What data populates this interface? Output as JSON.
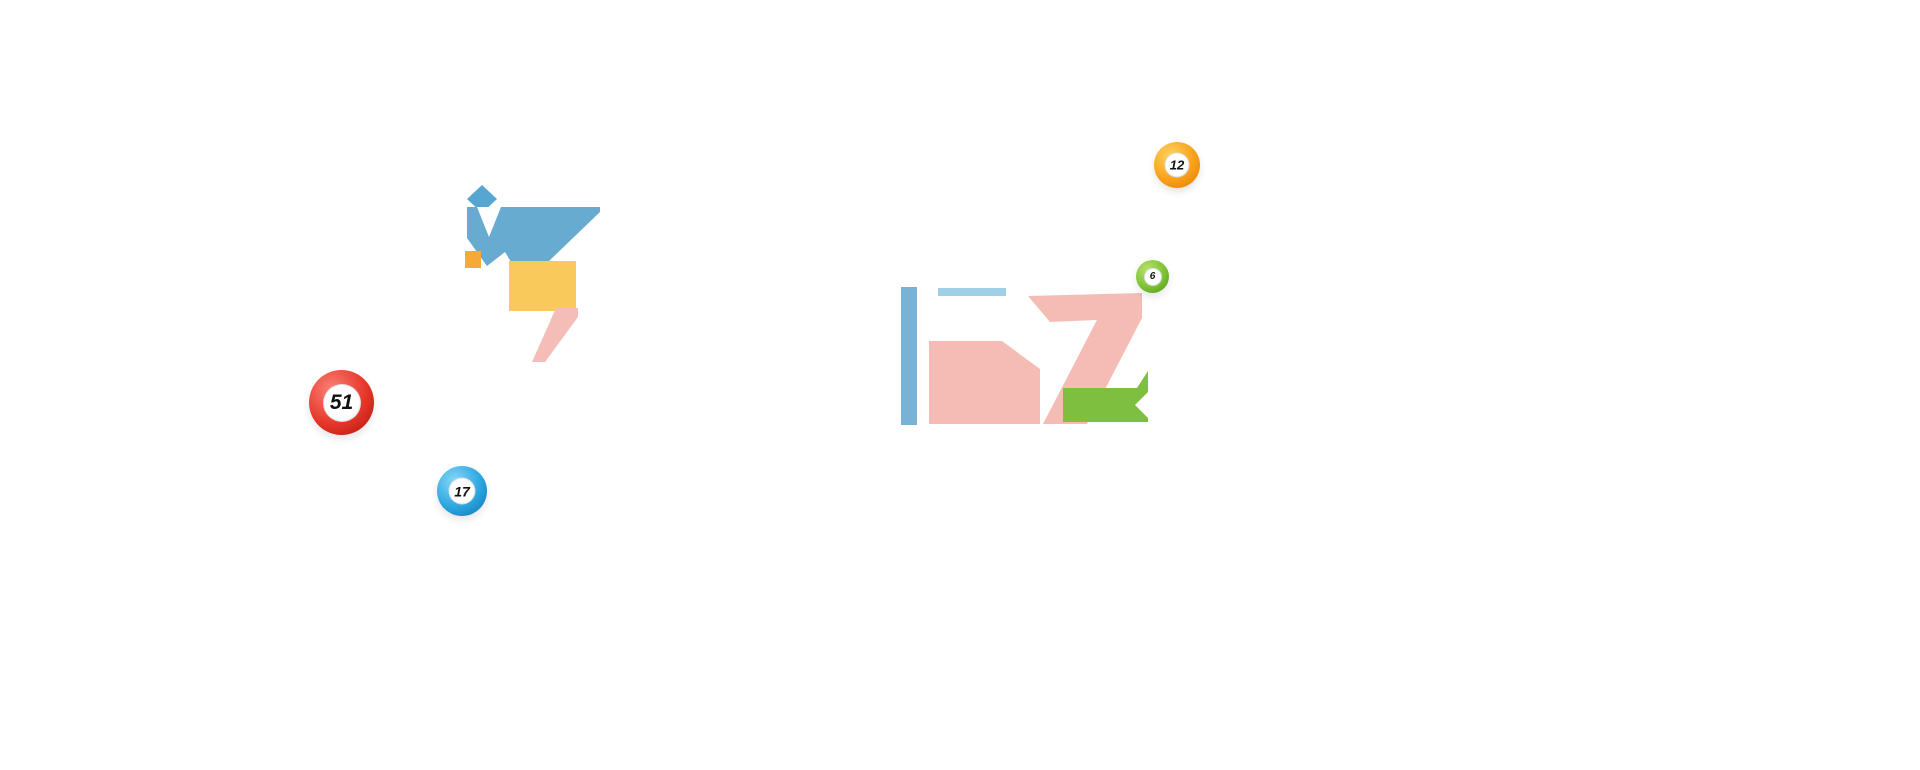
{
  "scene": {
    "background": "#ffffff"
  },
  "left_illustration": {
    "diamond_color": "#57a6d2",
    "banner_color": "#68abd0",
    "small_square_color": "#f5a93b",
    "square_color": "#f9c95c",
    "triangle_color": "#f5bdb7"
  },
  "right_illustration": {
    "bar_color": "#79b2d4",
    "strip_color": "#9fd0e8",
    "numeral_color": "#f4bcb5",
    "ribbon_color": "#7fbf3f"
  },
  "balls": [
    {
      "number": "51",
      "color_name": "red",
      "light": "#fb8175",
      "base": "#e5372a",
      "dark": "#b0120a"
    },
    {
      "number": "17",
      "color_name": "blue",
      "light": "#86d7f7",
      "base": "#2ba6e0",
      "dark": "#0f6fae"
    },
    {
      "number": "12",
      "color_name": "orange",
      "light": "#fdd35f",
      "base": "#f9a01b",
      "dark": "#e27a00"
    },
    {
      "number": "6",
      "color_name": "green",
      "light": "#b8e06e",
      "base": "#7cc233",
      "dark": "#4e9412"
    }
  ]
}
